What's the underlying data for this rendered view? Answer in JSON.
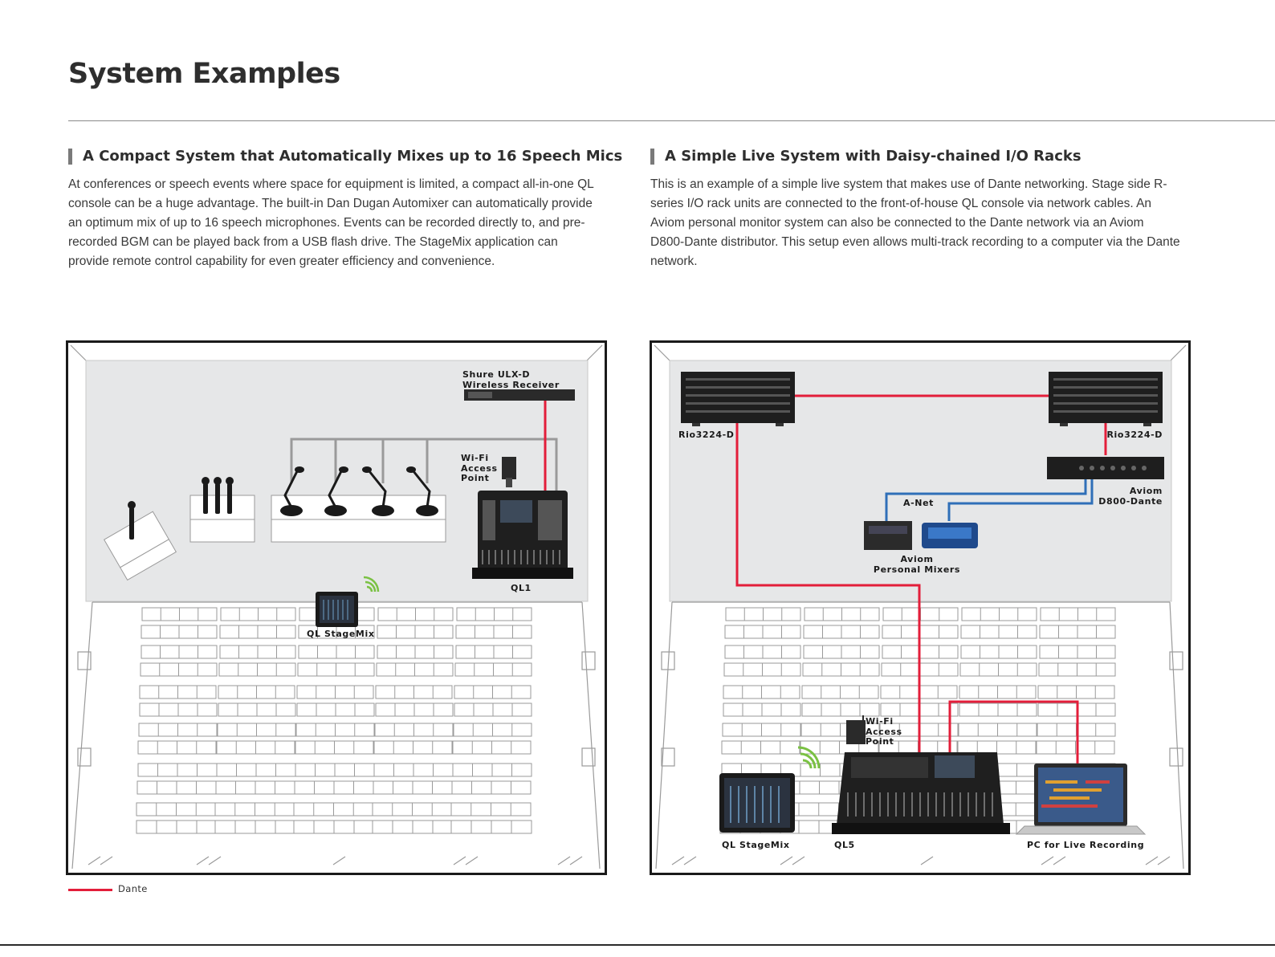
{
  "page": {
    "title": "System Examples"
  },
  "left": {
    "heading": "A Compact System that Automatically Mixes up to 16 Speech Mics",
    "body": "At conferences or speech events where space for equipment is limited, a compact all-in-one QL console can be a huge advantage. The built-in Dan Dugan Automixer can automatically provide an optimum mix of up to 16 speech microphones. Events can be recorded directly to, and pre-recorded BGM can be played back from a USB flash drive. The StageMix application can provide remote control capability for even greater efficiency and convenience.",
    "labels": {
      "receiver": "Shure ULX-D\nWireless Receiver",
      "wifi": "Wi-Fi\nAccess\nPoint",
      "console": "QL1",
      "stagemix": "QL StageMix"
    }
  },
  "right": {
    "heading": "A Simple Live System with Daisy-chained I/O Racks",
    "body": "This is an example of a simple live system that makes use of Dante networking. Stage side R-series I/O rack units are connected to the front-of-house QL console via network cables. An Aviom personal monitor system can also be connected to the Dante network via an Aviom D800-Dante distributor. This setup even allows multi-track recording to a computer via the Dante network.",
    "labels": {
      "rio_left": "Rio3224-D",
      "rio_right": "Rio3224-D",
      "aviom": "Aviom\nD800-Dante",
      "anet": "A-Net",
      "mixers": "Aviom\nPersonal Mixers",
      "wifi": "Wi-Fi\nAccess\nPoint",
      "stagemix": "QL StageMix",
      "console": "QL5",
      "pc": "PC for Live Recording"
    }
  },
  "legend": {
    "dante": "Dante"
  },
  "colors": {
    "dante": "#e31e3a",
    "anet": "#2f6fb8",
    "analog": "#9a9a9a",
    "stage": "#e6e7e8",
    "wifi": "#7ac143"
  }
}
